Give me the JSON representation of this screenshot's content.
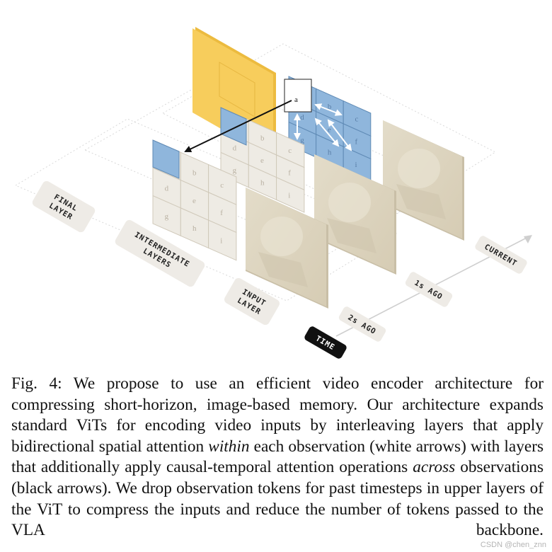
{
  "figure": {
    "layer_labels": {
      "final": [
        "FINAL",
        "LAYER"
      ],
      "intermediate": [
        "INTERMEDIATE",
        "LAYERS"
      ],
      "input": [
        "INPUT",
        "LAYER"
      ]
    },
    "time_labels": {
      "time": "TIME",
      "two_s_ago": "2s AGO",
      "one_s_ago": "1s AGO",
      "current": "CURRENT"
    },
    "grid_cells": [
      "a",
      "b",
      "c",
      "d",
      "e",
      "f",
      "g",
      "h",
      "i"
    ],
    "query_token": "a",
    "colors": {
      "final_output": "#f7cd5c",
      "attention_blue": "#8fb6dc",
      "token_beige": "#eeebe4",
      "image_beige": "#ddd5c2",
      "label_bg": "#eeebe6",
      "time_badge": "#111111"
    }
  },
  "caption": {
    "label": "Fig. 4:",
    "part1": "We propose to use an efficient video encoder architecture for compressing short-horizon, image-based memory. Our architecture expands standard ViTs for encoding video inputs by interleaving layers that apply bidirectional spatial attention",
    "em1": "within",
    "part2": "each observation (white arrows) with layers that additionally apply causal-temporal attention operations",
    "em2": "across",
    "part3": "observations (black arrows). We drop observation tokens for past timesteps in upper layers of the ViT to compress the inputs and reduce the number of tokens passed to the VLA backbone."
  },
  "watermark": "CSDN @chen_znn"
}
